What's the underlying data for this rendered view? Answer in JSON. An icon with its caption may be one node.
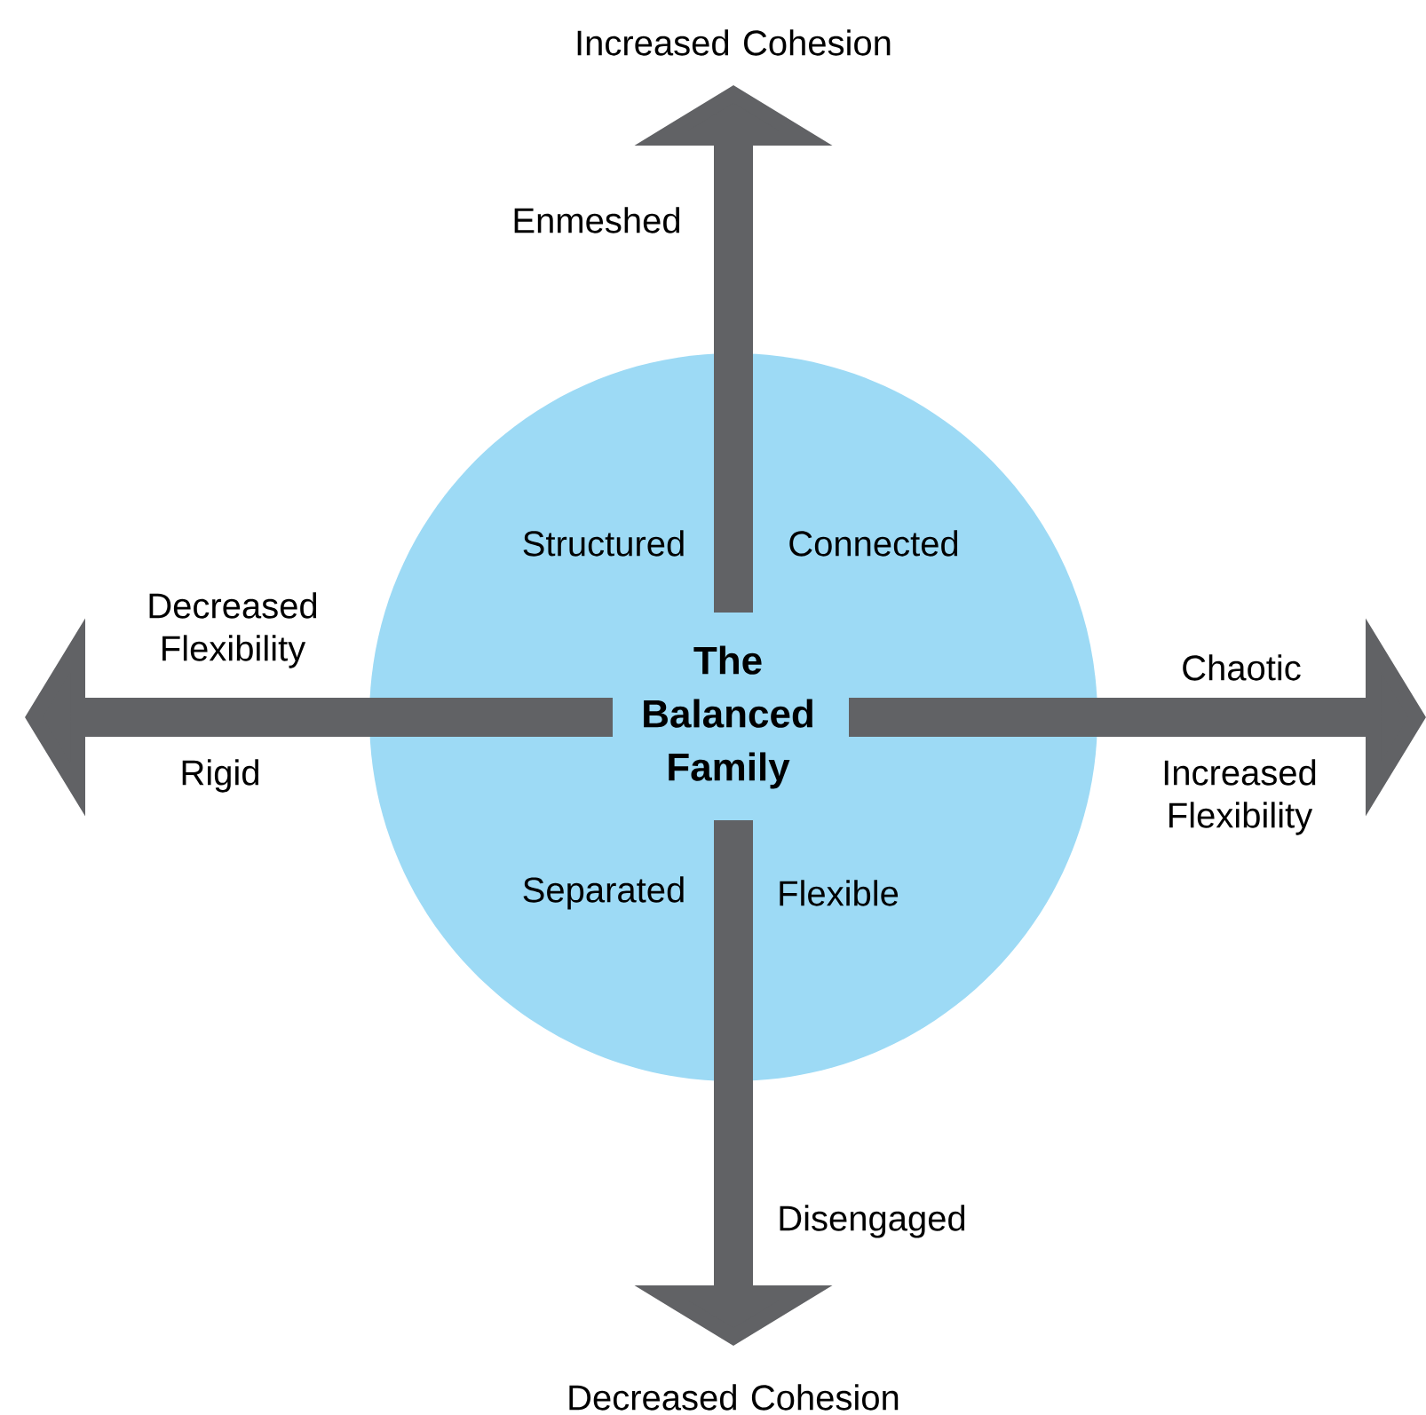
{
  "diagram": {
    "nodes": [
      {
        "text": [
          "The Balanced Family",
          "Structured",
          "Connected",
          "Separated",
          "Flexible"
        ]
      }
    ],
    "labels": [
      "Increased Cohesion",
      "Enmeshed",
      "Decreased Flexibility",
      "Chaotic",
      "Rigid",
      "Increased Flexibility",
      "Disengaged",
      "Decreased Cohesion"
    ]
  }
}
